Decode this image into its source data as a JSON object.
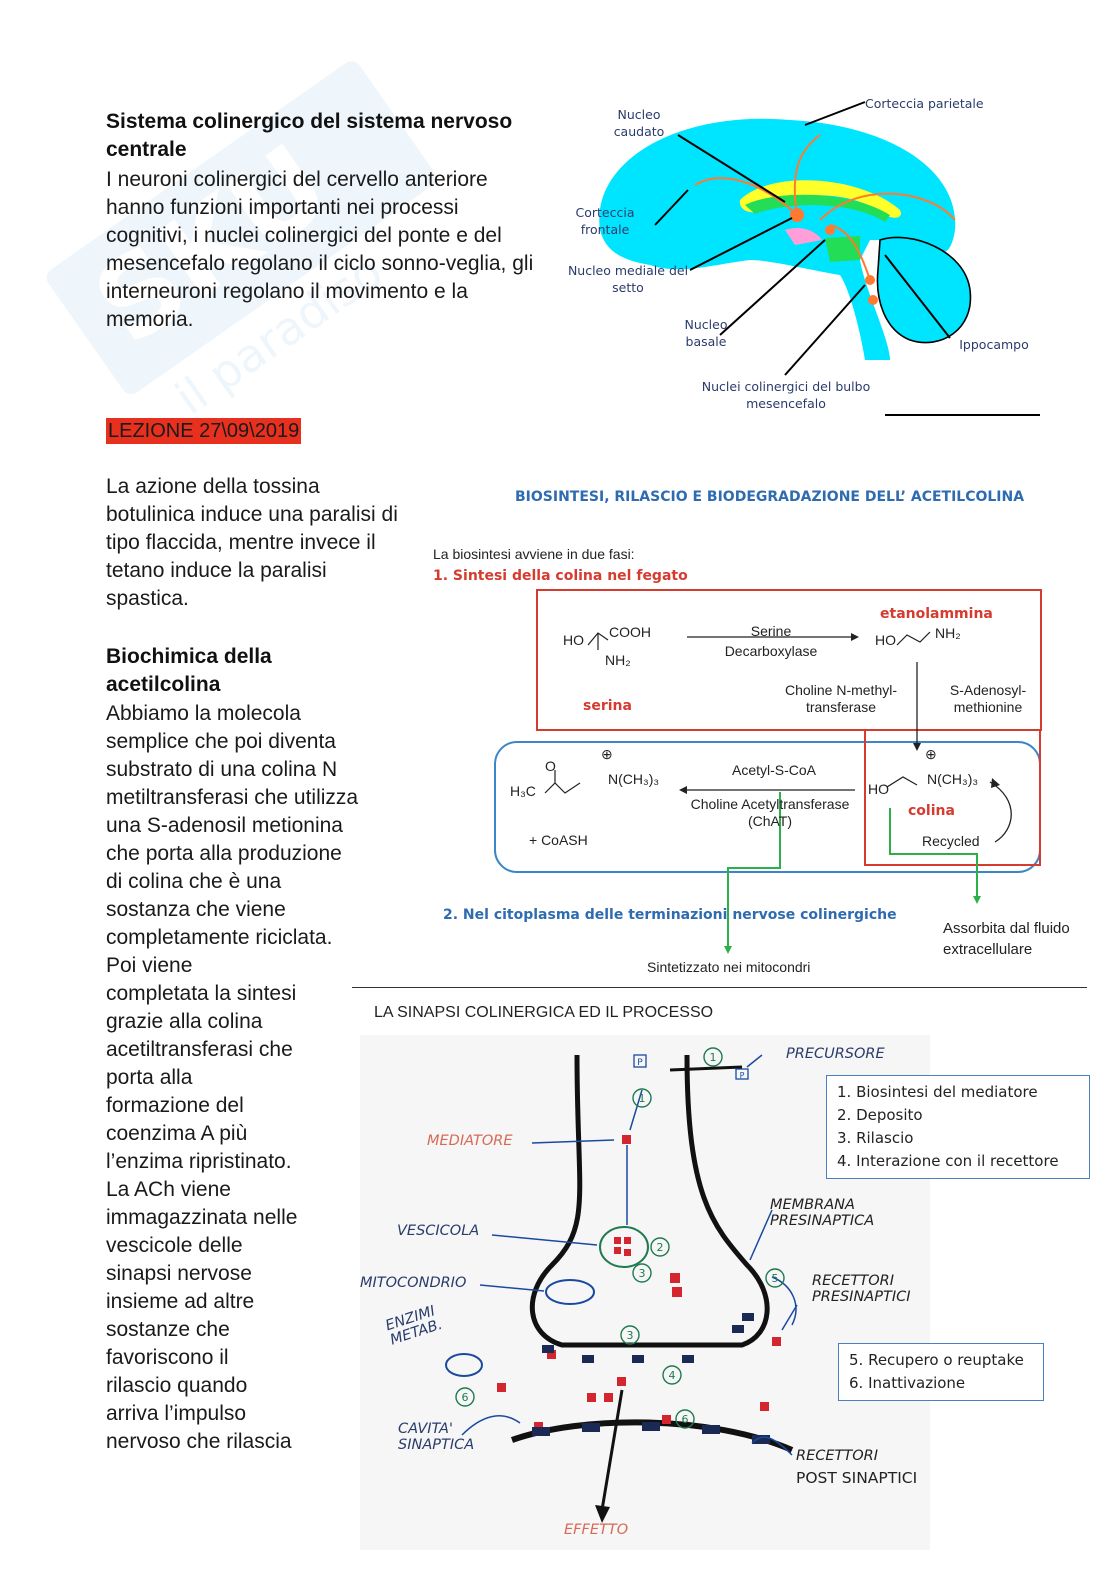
{
  "section1": {
    "title": "Sistema colinergico del sistema nervoso centrale",
    "body": "I neuroni colinergici del cervello anteriore hanno funzioni importanti nei processi cognitivi, i nuclei colinergici del ponte e del mesencefalo regolano il ciclo sonno-veglia, gli interneuroni regolano il movimento e la memoria."
  },
  "brain_diagram": {
    "labels": {
      "nucleo_caudato": [
        "Nucleo",
        "caudato"
      ],
      "corteccia_parietale": "Corteccia parietale",
      "corteccia_frontale": [
        "Corteccia",
        "frontale"
      ],
      "nucleo_mediale": [
        "Nucleo mediale del",
        "setto"
      ],
      "nucleo_basale": [
        "Nucleo",
        "basale"
      ],
      "ippocampo": "Ippocampo",
      "nuclei_bulbo": [
        "Nuclei colinergici del bulbo",
        "mesencefalo"
      ]
    }
  },
  "lesson_tag": "LEZIONE 27\\09\\2019",
  "paragraph_botulinica": "La azione della tossina botulinica induce una paralisi di tipo flaccida, mentre invece il tetano induce la paralisi spastica.",
  "section2": {
    "title": "Biochimica della acetilcolina",
    "body_lines": [
      "Abbiamo la molecola",
      "semplice che poi diventa",
      "substrato di una colina N",
      "metiltransferasi che utilizza",
      "una S-adenosil metionina",
      "che porta alla produzione",
      "di colina che è una",
      "sostanza che viene",
      "completamente riciclata.",
      "Poi viene",
      "completata la sintesi",
      "grazie alla colina",
      "acetiltransferasi che",
      "porta alla",
      "formazione del",
      "coenzima A più",
      "l’enzima ripristinato.",
      "La ACh viene",
      "immagazzinata nelle",
      "vescicole delle",
      "sinapsi nervose",
      "insieme ad altre",
      "sostanze che",
      "favoriscono il",
      "rilascio quando",
      "arriva l’impulso",
      "nervoso che rilascia"
    ]
  },
  "biosynthesis": {
    "title": "BIOSINTESI, RILASCIO E BIODEGRADAZIONE DELL’ ACETILCOLINA",
    "intro": "La biosintesi avviene in due fasi:",
    "phase1": "1.  Sintesi della colina nel fegato",
    "phase2": "2.  Nel citoplasma delle terminazioni nervose colinergiche",
    "serina_formula": "HO",
    "cooh": "COOH",
    "nh2": "NH₂",
    "serina": "serina",
    "enzyme1": [
      "Serine",
      "Decarboxylase"
    ],
    "etanolammina": "etanolammina",
    "etanolammina_ho": "HO",
    "etanolammina_nh2": "NH₂",
    "enzyme2": [
      "Choline N-methyl-",
      "transferase"
    ],
    "cofactor": [
      "S-Adenosyl-",
      "methionine"
    ],
    "acetyl_coa": "Acetyl-S-CoA",
    "enzyme3": [
      "Choline Acetyltransferase",
      "(ChAT)"
    ],
    "ach_h3c": "H₃C",
    "ach_o": "O",
    "ach_n": "N(CH₃)₃",
    "coash": "+ CoASH",
    "colina_ho": "HO",
    "colina_n": "N(CH₃)₃",
    "colina": "colina",
    "recycled": "Recycled",
    "plus": "⊕",
    "assorbita": [
      "Assorbita dal fluido",
      "extracellulare"
    ],
    "mitocondri": "Sintetizzato nei mitocondri"
  },
  "synapse": {
    "title": "LA SINAPSI COLINERGICA ED IL PROCESSO",
    "labels": {
      "precursore": "PRECURSORE",
      "mediatore": "MEDIATORE",
      "vescicola": "VESCICOLA",
      "mitocondrio": "MITOCONDRIO",
      "enzimi": [
        "ENZIMI",
        "METAB."
      ],
      "cavita": [
        "CAVITA'",
        "SINAPTICA"
      ],
      "membrana": [
        "MEMBRANA",
        "PRESINAPTICA"
      ],
      "recettori_pre": [
        "RECETTORI",
        "PRESINAPTICI"
      ],
      "recettori_post": [
        "RECETTORI",
        "POST SINAPTICI"
      ],
      "effetto": "EFFETTO",
      "P": "P"
    },
    "box1": [
      "1.   Biosintesi del mediatore",
      "2.   Deposito",
      "3.   Rilascio",
      "4.   Interazione con il recettore"
    ],
    "box2": [
      "5.   Recupero o reuptake",
      "6.   Inattivazione"
    ],
    "step_numbers": [
      "1",
      "2",
      "3",
      "4",
      "5",
      "6"
    ]
  }
}
